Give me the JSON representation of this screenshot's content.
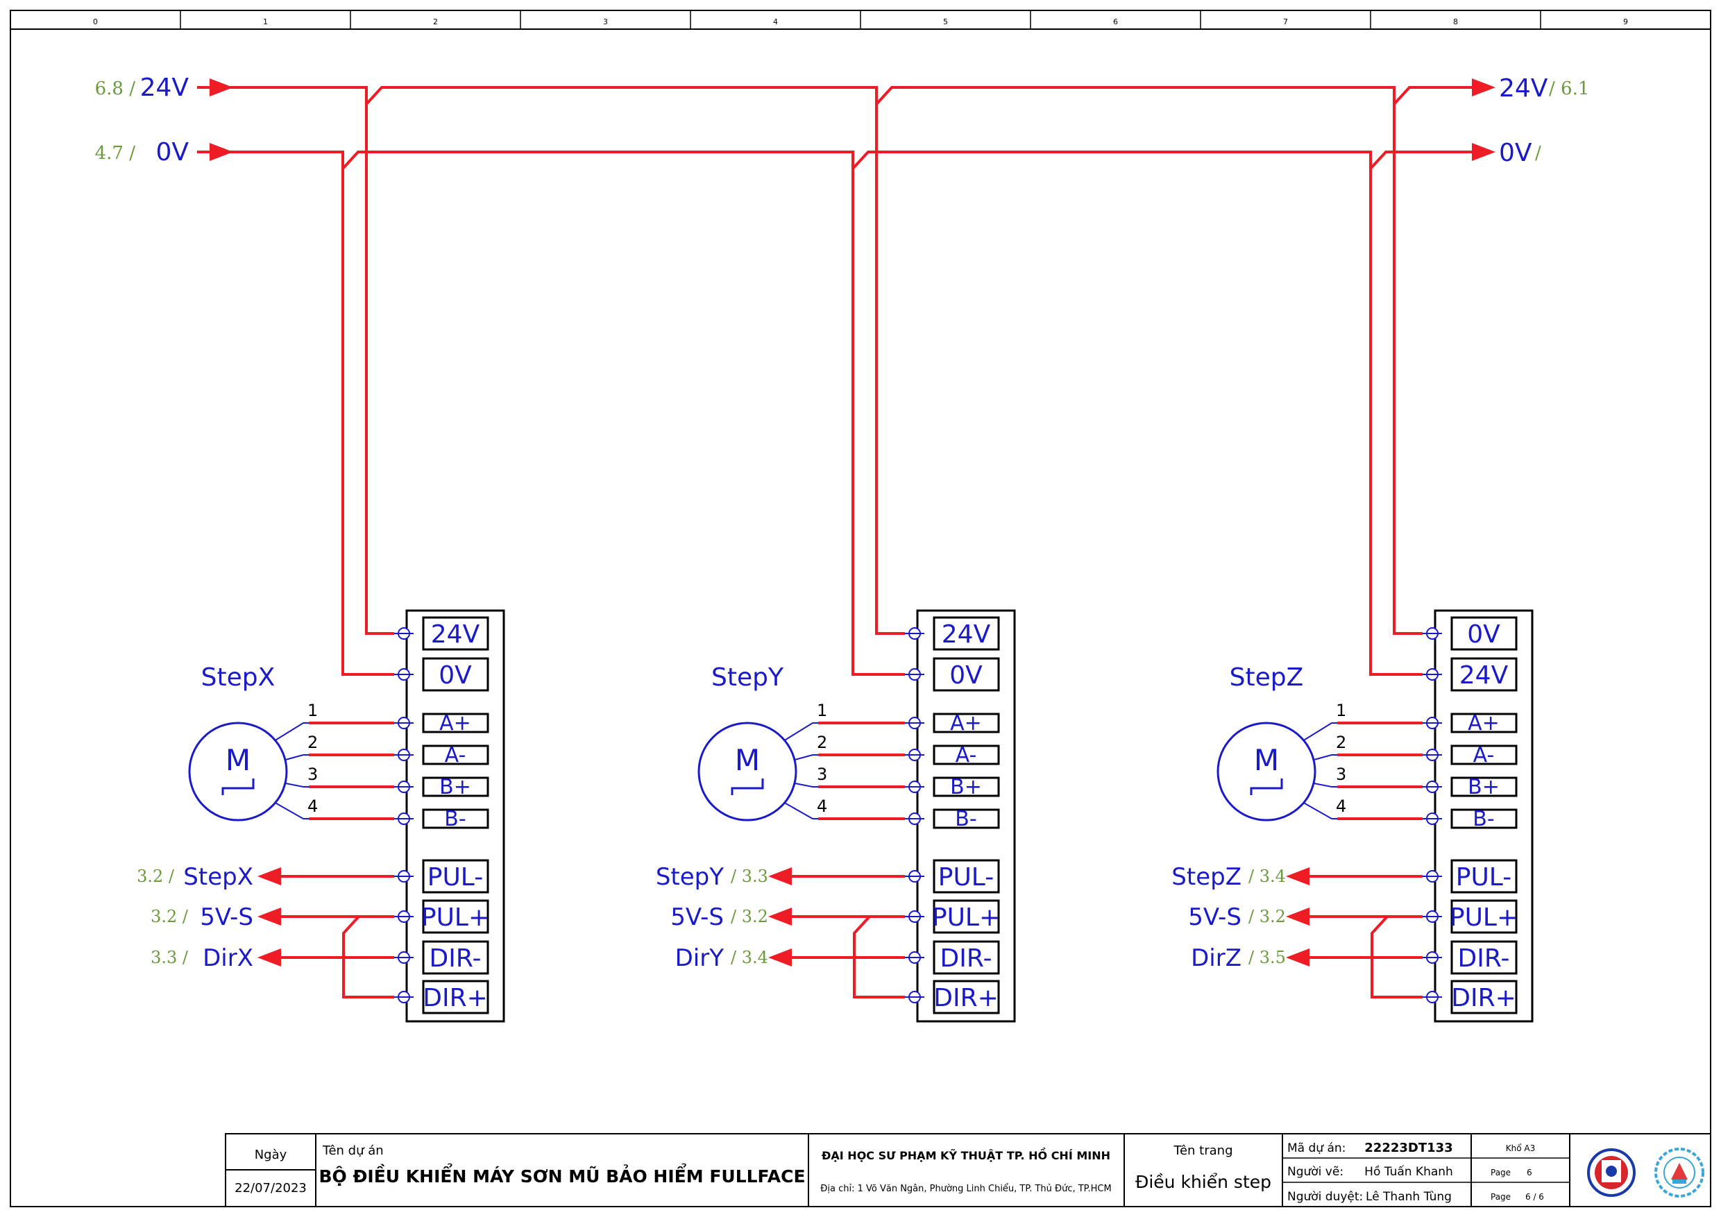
{
  "colors": {
    "wire": "#ee1c24",
    "symbol": "#1a1ac8",
    "ref": "#6a9a3a",
    "frame": "#000000"
  },
  "ruler": [
    "0",
    "1",
    "2",
    "3",
    "4",
    "5",
    "6",
    "7",
    "8",
    "9"
  ],
  "buses": {
    "left": [
      {
        "ref": "6.8 /",
        "name": "24V"
      },
      {
        "ref": "4.7 /",
        "name": "0V"
      }
    ],
    "right": [
      {
        "name": "24V",
        "ref": "/ 6.1"
      },
      {
        "name": "0V",
        "ref": "/"
      }
    ]
  },
  "drivers": [
    {
      "motor_label": "StepX",
      "motor_symbol": "M",
      "pins": [
        "24V",
        "0V",
        "A+",
        "A-",
        "B+",
        "B-",
        "PUL-",
        "PUL+",
        "DIR-",
        "DIR+"
      ],
      "wires": [
        "1",
        "2",
        "3",
        "4"
      ],
      "outputs": [
        {
          "ref": "3.2 /",
          "name": "StepX"
        },
        {
          "ref": "3.2 /",
          "name": "5V-S"
        },
        {
          "ref": "3.3 /",
          "name": "DirX"
        }
      ]
    },
    {
      "motor_label": "StepY",
      "motor_symbol": "M",
      "pins": [
        "24V",
        "0V",
        "A+",
        "A-",
        "B+",
        "B-",
        "PUL-",
        "PUL+",
        "DIR-",
        "DIR+"
      ],
      "wires": [
        "1",
        "2",
        "3",
        "4"
      ],
      "outputs": [
        {
          "name": "StepY",
          "ref": "/ 3.3"
        },
        {
          "name": "5V-S",
          "ref": "/ 3.2"
        },
        {
          "name": "DirY",
          "ref": "/ 3.4"
        }
      ]
    },
    {
      "motor_label": "StepZ",
      "motor_symbol": "M",
      "pins": [
        "0V",
        "24V",
        "A+",
        "A-",
        "B+",
        "B-",
        "PUL-",
        "PUL+",
        "DIR-",
        "DIR+"
      ],
      "wires": [
        "1",
        "2",
        "3",
        "4"
      ],
      "outputs": [
        {
          "name": "StepZ",
          "ref": "/ 3.4"
        },
        {
          "name": "5V-S",
          "ref": "/ 3.2"
        },
        {
          "name": "DirZ",
          "ref": "/ 3.5"
        }
      ]
    }
  ],
  "title_block": {
    "date_label": "Ngày",
    "date_value": "22/07/2023",
    "project_label": "Tên dự án",
    "project_name": "BỘ ĐIỀU KHIỂN MÁY SƠN MŨ BẢO HIỂM FULLFACE",
    "university": "ĐẠI HỌC SƯ PHẠM KỸ THUẬT TP. HỒ CHÍ MINH",
    "address": "Địa chỉ: 1 Võ Văn Ngân, Phường Linh Chiểu, TP. Thủ Đức, TP.HCM",
    "page_name_label": "Tên trang",
    "page_name": "Điều khiển step",
    "code_label": "Mã dự án:",
    "code_value": "22223DT133",
    "drawer_label": "Người vẽ:",
    "drawer_value": "Hồ Tuấn Khanh",
    "approver_label": "Người duyệt:",
    "approver_value": "Lê Thanh Tùng",
    "size_label": "Khổ A3",
    "page_label": "Page",
    "page_value": "6",
    "page_label2": "Page",
    "page_total": "6 / 6"
  }
}
